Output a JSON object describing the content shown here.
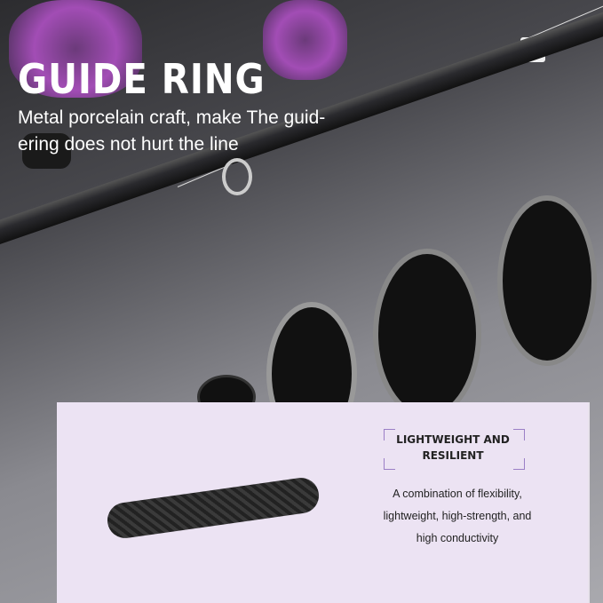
{
  "headline": {
    "title": "GUIDE RING",
    "subtitle": "Metal porcelain craft, make The guid-ering does not hurt the line"
  },
  "feature": {
    "heading_line1": "LIGHTWEIGHT AND",
    "heading_line2": "RESILIENT",
    "description_lines": [
      "A combination of flexibility,",
      "lightweight, high-strength, and",
      "high conductivity"
    ]
  },
  "colors": {
    "panel": "#ece3f3",
    "accent": "#9b7fc6",
    "rod_ring": "#c8302a"
  }
}
